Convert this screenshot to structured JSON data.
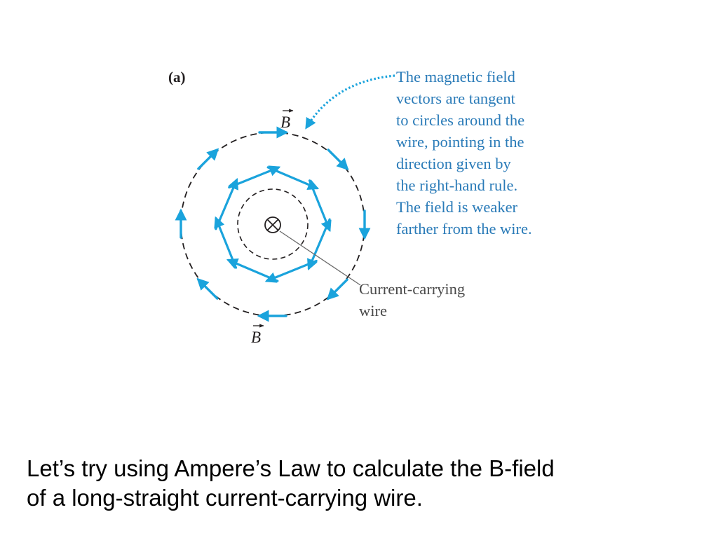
{
  "figure": {
    "panel_label": "(a)",
    "field_symbol": "B",
    "annotation_lines": [
      "The magnetic field",
      "vectors are tangent",
      "to circles around the",
      "wire, pointing in the",
      "direction given by",
      "the right-hand rule.",
      "The field is weaker",
      "farther from the wire."
    ],
    "wire_label_lines": [
      "Current-carrying",
      "wire"
    ],
    "colors": {
      "field_vector": "#1aa3dc",
      "annotation_text": "#2a7bb8",
      "circle_dash": "#231f20"
    }
  },
  "caption": {
    "line1": "Let’s try using Ampere’s Law to calculate the B-field",
    "line2": "of a long-straight current-carrying wire."
  }
}
